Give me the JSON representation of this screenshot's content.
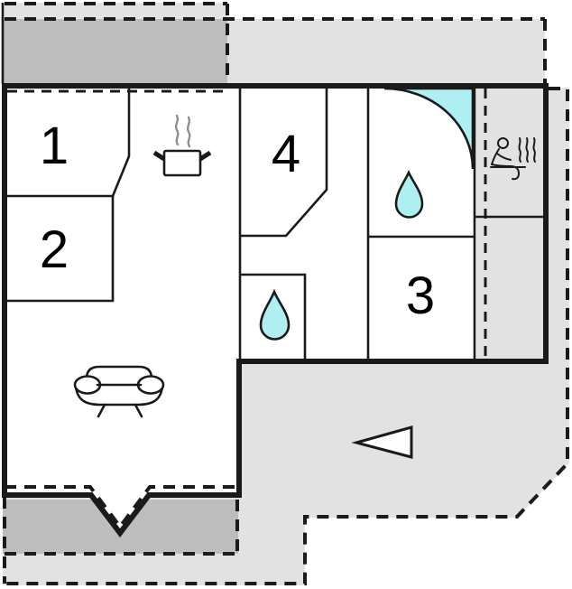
{
  "plan": {
    "type": "holiday-home-floor-plan",
    "rooms": [
      {
        "id": "room-1",
        "label": "1"
      },
      {
        "id": "room-2",
        "label": "2"
      },
      {
        "id": "room-3",
        "label": "3"
      },
      {
        "id": "room-4",
        "label": "4"
      }
    ],
    "icons": [
      "cooking-pot-icon",
      "sofa-icon",
      "corner-bathtub-icon",
      "water-drop-icon-bathroom",
      "water-drop-icon-shower",
      "sauna-person-icon",
      "entrance-arrow-icon",
      "door-notch"
    ],
    "areas": [
      "covered-terrace-top",
      "open-terrace-top-right",
      "open-terrace-right",
      "covered-terrace-bottom",
      "open-terrace-bottom"
    ]
  },
  "colors": {
    "wall": "#1a1a1a",
    "terrace-light": "#e2e2e2",
    "terrace-dark": "#bdbdbd",
    "water": "#aeeff2",
    "steam": "#8f8f8f"
  }
}
